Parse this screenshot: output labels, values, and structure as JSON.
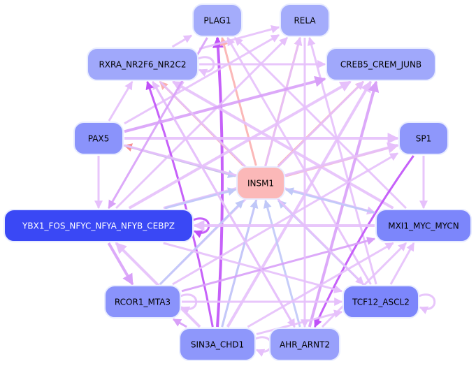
{
  "diagram": {
    "type": "directed-network",
    "nodes": [
      {
        "id": "PLAG1",
        "label": "PLAG1",
        "fill": "#a4acfb",
        "text_color": "#000000"
      },
      {
        "id": "RELA",
        "label": "RELA",
        "fill": "#a4acfb",
        "text_color": "#000000"
      },
      {
        "id": "RXRA_NR2F6_NR2C2",
        "label": "RXRA_NR2F6_NR2C2",
        "fill": "#a0a8fb",
        "text_color": "#000000"
      },
      {
        "id": "CREB5_CREM_JUNB",
        "label": "CREB5_CREM_JUNB",
        "fill": "#a0a8fb",
        "text_color": "#000000"
      },
      {
        "id": "PAX5",
        "label": "PAX5",
        "fill": "#8a93fb",
        "text_color": "#000000"
      },
      {
        "id": "SP1",
        "label": "SP1",
        "fill": "#8e97fb",
        "text_color": "#000000"
      },
      {
        "id": "INSM1",
        "label": "INSM1",
        "fill": "#fbb8b8",
        "text_color": "#000000"
      },
      {
        "id": "YBX1_FOS_NFYC_NFYA_NFYB_CEBPZ",
        "label": "YBX1_FOS_NFYC_NFYA_NFYB_CEBPZ",
        "fill": "#3a48f5",
        "text_color": "#ffffff"
      },
      {
        "id": "MXI1_MYC_MYCN",
        "label": "MXI1_MYC_MYCN",
        "fill": "#7c86fb",
        "text_color": "#000000"
      },
      {
        "id": "RCOR1_MTA3",
        "label": "RCOR1_MTA3",
        "fill": "#8a93fb",
        "text_color": "#000000"
      },
      {
        "id": "TCF12_ASCL2",
        "label": "TCF12_ASCL2",
        "fill": "#7c86fb",
        "text_color": "#000000"
      },
      {
        "id": "SIN3A_CHD1",
        "label": "SIN3A_CHD1",
        "fill": "#8e97fb",
        "text_color": "#000000"
      },
      {
        "id": "AHR_ARNT2",
        "label": "AHR_ARNT2",
        "fill": "#98a0fb",
        "text_color": "#000000"
      }
    ],
    "edge_colors": {
      "light_purple": "#e6c0fb",
      "medium_purple": "#d8a0f8",
      "strong_purple": "#c050f8",
      "salmon": "#fbb0b0",
      "red": "#f89090",
      "light_blue": "#c0c8f8"
    },
    "edges": [
      {
        "from": "RXRA_NR2F6_NR2C2",
        "to": "PLAG1",
        "color": "light_purple",
        "weight": 3
      },
      {
        "from": "SIN3A_CHD1",
        "to": "PLAG1",
        "color": "strong_purple",
        "weight": 4
      },
      {
        "from": "INSM1",
        "to": "PLAG1",
        "color": "salmon",
        "weight": 3
      },
      {
        "from": "MXI1_MYC_MYCN",
        "to": "PLAG1",
        "color": "light_purple",
        "weight": 3
      },
      {
        "from": "TCF12_ASCL2",
        "to": "PLAG1",
        "color": "light_purple",
        "weight": 3
      },
      {
        "from": "RXRA_NR2F6_NR2C2",
        "to": "RELA",
        "color": "light_purple",
        "weight": 3
      },
      {
        "from": "PAX5",
        "to": "RELA",
        "color": "light_purple",
        "weight": 3
      },
      {
        "from": "INSM1",
        "to": "RELA",
        "color": "salmon",
        "weight": 3
      },
      {
        "from": "SIN3A_CHD1",
        "to": "RELA",
        "color": "light_purple",
        "weight": 3
      },
      {
        "from": "TCF12_ASCL2",
        "to": "RELA",
        "color": "light_purple",
        "weight": 3
      },
      {
        "from": "YBX1_FOS_NFYC_NFYA_NFYB_CEBPZ",
        "to": "RELA",
        "color": "light_purple",
        "weight": 3
      },
      {
        "from": "RXRA_NR2F6_NR2C2",
        "to": "RXRA_NR2F6_NR2C2",
        "color": "light_purple",
        "weight": 3
      },
      {
        "from": "PAX5",
        "to": "RXRA_NR2F6_NR2C2",
        "color": "light_purple",
        "weight": 3
      },
      {
        "from": "INSM1",
        "to": "RXRA_NR2F6_NR2C2",
        "color": "salmon",
        "weight": 3
      },
      {
        "from": "AHR_ARNT2",
        "to": "RXRA_NR2F6_NR2C2",
        "color": "light_purple",
        "weight": 3
      },
      {
        "from": "SIN3A_CHD1",
        "to": "RXRA_NR2F6_NR2C2",
        "color": "strong_purple",
        "weight": 3
      },
      {
        "from": "MXI1_MYC_MYCN",
        "to": "RXRA_NR2F6_NR2C2",
        "color": "light_purple",
        "weight": 4
      },
      {
        "from": "RXRA_NR2F6_NR2C2",
        "to": "CREB5_CREM_JUNB",
        "color": "light_purple",
        "weight": 3
      },
      {
        "from": "PAX5",
        "to": "CREB5_CREM_JUNB",
        "color": "medium_purple",
        "weight": 4
      },
      {
        "from": "INSM1",
        "to": "CREB5_CREM_JUNB",
        "color": "salmon",
        "weight": 3
      },
      {
        "from": "SIN3A_CHD1",
        "to": "CREB5_CREM_JUNB",
        "color": "light_purple",
        "weight": 4
      },
      {
        "from": "AHR_ARNT2",
        "to": "CREB5_CREM_JUNB",
        "color": "medium_purple",
        "weight": 4
      },
      {
        "from": "YBX1_FOS_NFYC_NFYA_NFYB_CEBPZ",
        "to": "CREB5_CREM_JUNB",
        "color": "light_purple",
        "weight": 4
      },
      {
        "from": "RCOR1_MTA3",
        "to": "CREB5_CREM_JUNB",
        "color": "light_purple",
        "weight": 3
      },
      {
        "from": "PAX5",
        "to": "SP1",
        "color": "light_purple",
        "weight": 4
      },
      {
        "from": "INSM1",
        "to": "SP1",
        "color": "salmon",
        "weight": 3
      },
      {
        "from": "YBX1_FOS_NFYC_NFYA_NFYB_CEBPZ",
        "to": "SP1",
        "color": "light_purple",
        "weight": 4
      },
      {
        "from": "RCOR1_MTA3",
        "to": "SP1",
        "color": "light_purple",
        "weight": 3
      },
      {
        "from": "SP1",
        "to": "AHR_ARNT2",
        "color": "strong_purple",
        "weight": 3
      },
      {
        "from": "INSM1",
        "to": "PAX5",
        "color": "red",
        "weight": 3
      },
      {
        "from": "PAX5",
        "to": "INSM1",
        "color": "light_blue",
        "weight": 3
      },
      {
        "from": "PAX5",
        "to": "YBX1_FOS_NFYC_NFYA_NFYB_CEBPZ",
        "color": "light_purple",
        "weight": 3
      },
      {
        "from": "PAX5",
        "to": "MXI1_MYC_MYCN",
        "color": "light_purple",
        "weight": 3
      },
      {
        "from": "SP1",
        "to": "MXI1_MYC_MYCN",
        "color": "light_purple",
        "weight": 3
      },
      {
        "from": "YBX1_FOS_NFYC_NFYA_NFYB_CEBPZ",
        "to": "INSM1",
        "color": "light_blue",
        "weight": 3
      },
      {
        "from": "RCOR1_MTA3",
        "to": "INSM1",
        "color": "light_blue",
        "weight": 3
      },
      {
        "from": "SIN3A_CHD1",
        "to": "INSM1",
        "color": "light_blue",
        "weight": 3
      },
      {
        "from": "AHR_ARNT2",
        "to": "INSM1",
        "color": "light_blue",
        "weight": 3
      },
      {
        "from": "TCF12_ASCL2",
        "to": "INSM1",
        "color": "light_blue",
        "weight": 3
      },
      {
        "from": "MXI1_MYC_MYCN",
        "to": "INSM1",
        "color": "light_blue",
        "weight": 3
      },
      {
        "from": "YBX1_FOS_NFYC_NFYA_NFYB_CEBPZ",
        "to": "YBX1_FOS_NFYC_NFYA_NFYB_CEBPZ",
        "color": "strong_purple",
        "weight": 3
      },
      {
        "from": "MXI1_MYC_MYCN",
        "to": "YBX1_FOS_NFYC_NFYA_NFYB_CEBPZ",
        "color": "light_purple",
        "weight": 4
      },
      {
        "from": "YBX1_FOS_NFYC_NFYA_NFYB_CEBPZ",
        "to": "RCOR1_MTA3",
        "color": "medium_purple",
        "weight": 4
      },
      {
        "from": "SIN3A_CHD1",
        "to": "YBX1_FOS_NFYC_NFYA_NFYB_CEBPZ",
        "color": "light_purple",
        "weight": 4
      },
      {
        "from": "YBX1_FOS_NFYC_NFYA_NFYB_CEBPZ",
        "to": "TCF12_ASCL2",
        "color": "light_purple",
        "weight": 3
      },
      {
        "from": "RCOR1_MTA3",
        "to": "MXI1_MYC_MYCN",
        "color": "medium_purple",
        "weight": 3
      },
      {
        "from": "RCOR1_MTA3",
        "to": "TCF12_ASCL2",
        "color": "light_purple",
        "weight": 3
      },
      {
        "from": "RCOR1_MTA3",
        "to": "RCOR1_MTA3",
        "color": "light_purple",
        "weight": 3
      },
      {
        "from": "SIN3A_CHD1",
        "to": "RCOR1_MTA3",
        "color": "medium_purple",
        "weight": 3
      },
      {
        "from": "SIN3A_CHD1",
        "to": "SIN3A_CHD1",
        "color": "light_purple",
        "weight": 3
      },
      {
        "from": "SIN3A_CHD1",
        "to": "MXI1_MYC_MYCN",
        "color": "light_purple",
        "weight": 3
      },
      {
        "from": "SIN3A_CHD1",
        "to": "TCF12_ASCL2",
        "color": "light_purple",
        "weight": 3
      },
      {
        "from": "AHR_ARNT2",
        "to": "MXI1_MYC_MYCN",
        "color": "light_purple",
        "weight": 3
      },
      {
        "from": "TCF12_ASCL2",
        "to": "MXI1_MYC_MYCN",
        "color": "light_purple",
        "weight": 3
      },
      {
        "from": "TCF12_ASCL2",
        "to": "TCF12_ASCL2",
        "color": "light_purple",
        "weight": 3
      },
      {
        "from": "RXRA_NR2F6_NR2C2",
        "to": "TCF12_ASCL2",
        "color": "light_purple",
        "weight": 3
      },
      {
        "from": "RXRA_NR2F6_NR2C2",
        "to": "AHR_ARNT2",
        "color": "light_purple",
        "weight": 3
      },
      {
        "from": "PLAG1",
        "to": "YBX1_FOS_NFYC_NFYA_NFYB_CEBPZ",
        "color": "medium_purple",
        "weight": 3
      },
      {
        "from": "RELA",
        "to": "AHR_ARNT2",
        "color": "light_purple",
        "weight": 3
      }
    ]
  }
}
